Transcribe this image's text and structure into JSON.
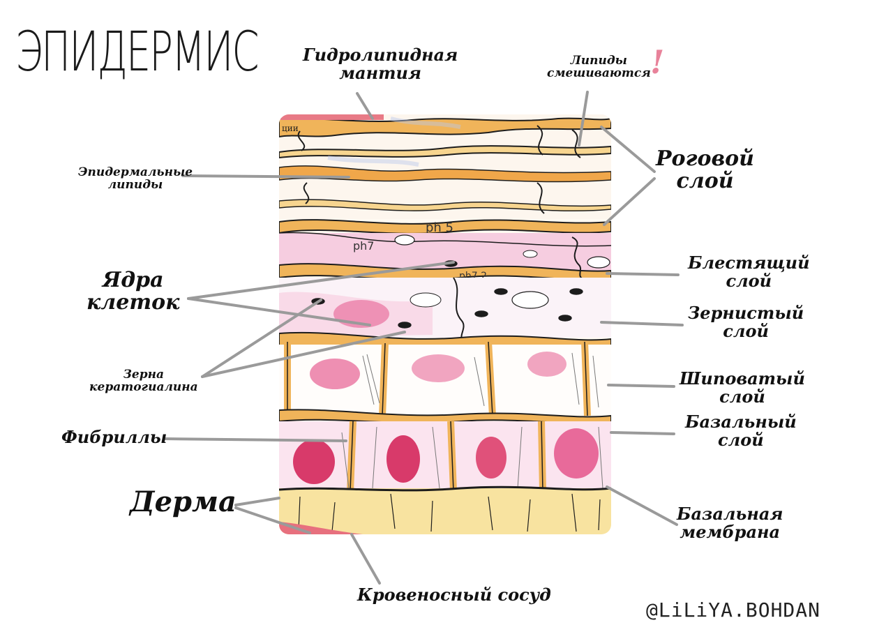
{
  "title": "ЭПИДЕРМИС",
  "labels": {
    "hydrolipid_mantle": [
      "Гидролипидная",
      "мантия"
    ],
    "lipids_mix": [
      "Липиды",
      "смешиваются"
    ],
    "lipids_mix_mark": "!",
    "epidermal_lipids": [
      "Эпидермальные",
      "липиды"
    ],
    "stratum_corneum": [
      "Роговой",
      "слой"
    ],
    "cell_nuclei": [
      "Ядра",
      "клеток"
    ],
    "stratum_lucidum": [
      "Блестящий",
      "слой"
    ],
    "stratum_granulosum": [
      "Зернистый",
      "слой"
    ],
    "keratohyalin": [
      "Зерна",
      "кератогиалина"
    ],
    "stratum_spinosum": [
      "Шиповатый",
      "слой"
    ],
    "fibrils": "Фибриллы",
    "stratum_basale": [
      "Базальный",
      "слой"
    ],
    "dermis": "Дерма",
    "basal_membrane": [
      "Базальная",
      "мембрана"
    ],
    "blood_vessel": "Кровеносный сосуд"
  },
  "inner_labels": {
    "ph5": "ph 5",
    "ph7": "ph7",
    "ph72": "ph7,2",
    "top_corner": "ции"
  },
  "signature": "@LiLiYA.BOHDAN",
  "colors": {
    "lipid_orange": "#f0b45a",
    "lipid_light": "#f7d58f",
    "cell_pink": "#f7c9de",
    "nucleus_pink": "#e86a9a",
    "nucleus_deep": "#d83a6a",
    "dermis_yellow": "#f8e3a0",
    "vessel_red": "#e7707e",
    "ink": "#1c1c1c",
    "pointer_grey": "#9a9a9a",
    "accent_pink": "#e8829a"
  }
}
